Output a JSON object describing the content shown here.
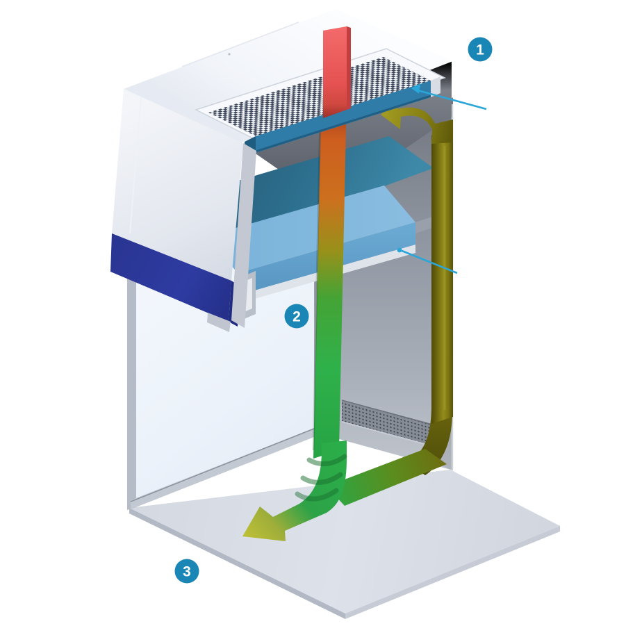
{
  "figure": {
    "kind": "cutaway-airflow-illustration",
    "visible_text_items": [
      "1",
      "2",
      "3"
    ]
  },
  "callouts": [
    {
      "number": "1"
    },
    {
      "number": "2"
    },
    {
      "number": "3"
    }
  ],
  "colors": {
    "background": "#ffffff",
    "callout_badge": "#1a86b6",
    "callout_text": "#ffffff",
    "leader_line": "#2ba6d8",
    "intake_ribbon_red": "#ef5a5a",
    "ribbon_orange": "#d2691f",
    "ribbon_green": "#2aa845",
    "ribbon_olive": "#6b650d",
    "arrowhead_yellow": "#b8bc35",
    "prefilter_frame_blue": "#2f7ca8",
    "hepa_filter_blue": "#7db5dc",
    "chamber_teal": "#2e7190",
    "hood_navy": "#2c389c",
    "housing_white": "#f4f6fa",
    "rear_wall_gray": "#9298a3",
    "floor_plate_gray": "#d9dde5",
    "grille_dark": "#3a4459"
  }
}
